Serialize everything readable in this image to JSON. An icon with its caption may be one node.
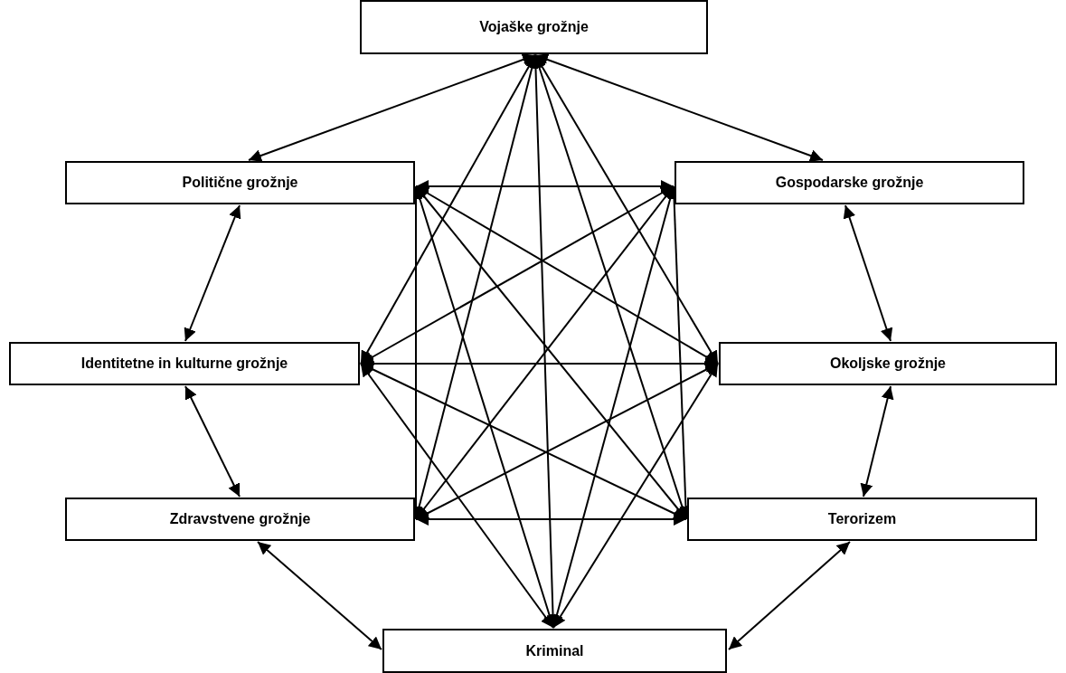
{
  "diagram": {
    "nodes": [
      {
        "text": [
          "Vojaške grožnje"
        ]
      },
      {
        "text": [
          "Politične grožnje"
        ]
      },
      {
        "text": [
          "Gospodarske grožnje"
        ]
      },
      {
        "text": [
          "Identitetne in kulturne grožnje"
        ]
      },
      {
        "text": [
          "Okoljske grožnje"
        ]
      },
      {
        "text": [
          "Zdravstvene grožnje"
        ]
      },
      {
        "text": [
          "Terorizem"
        ]
      },
      {
        "text": [
          "Kriminal"
        ]
      }
    ],
    "edges": [
      {
        "from": 0,
        "to": 1,
        "arrow": "both"
      },
      {
        "from": 0,
        "to": 2,
        "arrow": "both"
      },
      {
        "from": 0,
        "to": 3,
        "arrow": "both"
      },
      {
        "from": 0,
        "to": 4,
        "arrow": "both"
      },
      {
        "from": 0,
        "to": 5,
        "arrow": "both"
      },
      {
        "from": 0,
        "to": 6,
        "arrow": "both"
      },
      {
        "from": 0,
        "to": 7,
        "arrow": "both"
      },
      {
        "from": 1,
        "to": 2,
        "arrow": "both"
      },
      {
        "from": 1,
        "to": 3,
        "arrow": "both"
      },
      {
        "from": 1,
        "to": 4,
        "arrow": "both"
      },
      {
        "from": 1,
        "to": 5,
        "arrow": "both"
      },
      {
        "from": 1,
        "to": 6,
        "arrow": "both"
      },
      {
        "from": 1,
        "to": 7,
        "arrow": "both"
      },
      {
        "from": 2,
        "to": 3,
        "arrow": "both"
      },
      {
        "from": 2,
        "to": 4,
        "arrow": "both"
      },
      {
        "from": 2,
        "to": 5,
        "arrow": "both"
      },
      {
        "from": 2,
        "to": 6,
        "arrow": "both"
      },
      {
        "from": 2,
        "to": 7,
        "arrow": "both"
      },
      {
        "from": 3,
        "to": 4,
        "arrow": "both"
      },
      {
        "from": 3,
        "to": 5,
        "arrow": "both"
      },
      {
        "from": 3,
        "to": 6,
        "arrow": "both"
      },
      {
        "from": 3,
        "to": 7,
        "arrow": "both"
      },
      {
        "from": 4,
        "to": 5,
        "arrow": "both"
      },
      {
        "from": 4,
        "to": 6,
        "arrow": "both"
      },
      {
        "from": 4,
        "to": 7,
        "arrow": "both"
      },
      {
        "from": 5,
        "to": 6,
        "arrow": "both"
      },
      {
        "from": 5,
        "to": 7,
        "arrow": "both"
      },
      {
        "from": 6,
        "to": 7,
        "arrow": "both"
      }
    ]
  }
}
